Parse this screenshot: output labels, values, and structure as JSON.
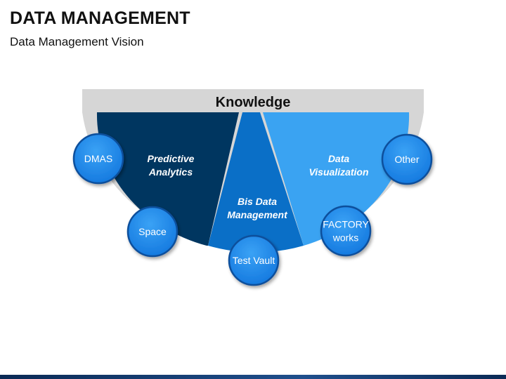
{
  "title": "DATA MANAGEMENT",
  "subtitle": "Data Management Vision",
  "diagram": {
    "top_label": "Knowledge",
    "segments": [
      {
        "lines": [
          "Predictive",
          "Analytics"
        ],
        "color": "#003660"
      },
      {
        "lines": [
          "Bis Data",
          "Management"
        ],
        "color": "#0a6fc7"
      },
      {
        "lines": [
          "Data",
          "Visualization"
        ],
        "color": "#3aa3f2"
      }
    ],
    "circles": [
      {
        "lines": [
          "DMAS"
        ]
      },
      {
        "lines": [
          "Space"
        ]
      },
      {
        "lines": [
          "Test Vault"
        ]
      },
      {
        "lines": [
          "FACTORY",
          "works"
        ]
      },
      {
        "lines": [
          "Other"
        ]
      }
    ],
    "colors": {
      "band": "#d6d6d6",
      "circle_fill": "#1d8ff0",
      "circle_stroke": "#0d4f9c"
    }
  }
}
